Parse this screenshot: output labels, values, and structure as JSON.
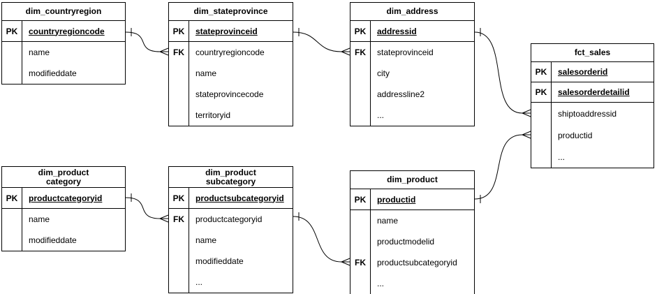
{
  "diagram": {
    "type": "entity-relationship",
    "colors": {
      "line": "#000000",
      "text": "#000000",
      "table_background": "#ffffff",
      "page_background": "#ffffff"
    },
    "key_markers": {
      "primary": "PK",
      "foreign": "FK"
    },
    "cardinality_notation": {
      "one": "tick",
      "many": "crow-foot"
    }
  },
  "tables": [
    {
      "name": "dim_countryregion",
      "title_lines": [
        "dim_countryregion"
      ],
      "rows": [
        {
          "key": "PK",
          "field": "countryregioncode"
        },
        {
          "key": "",
          "field": "name"
        },
        {
          "key": "",
          "field": "modifieddate"
        }
      ]
    },
    {
      "name": "dim_stateprovince",
      "title_lines": [
        "dim_stateprovince"
      ],
      "rows": [
        {
          "key": "PK",
          "field": "stateprovinceid"
        },
        {
          "key": "FK",
          "field": "countryregioncode"
        },
        {
          "key": "",
          "field": "name"
        },
        {
          "key": "",
          "field": "stateprovincecode"
        },
        {
          "key": "",
          "field": "territoryid"
        }
      ]
    },
    {
      "name": "dim_address",
      "title_lines": [
        "dim_address"
      ],
      "rows": [
        {
          "key": "PK",
          "field": "addressid"
        },
        {
          "key": "FK",
          "field": "stateprovinceid"
        },
        {
          "key": "",
          "field": "city"
        },
        {
          "key": "",
          "field": "addressline2"
        },
        {
          "key": "",
          "field": "..."
        }
      ]
    },
    {
      "name": "fct_sales",
      "title_lines": [
        "fct_sales"
      ],
      "rows": [
        {
          "key": "PK",
          "field": "salesorderid"
        },
        {
          "key": "PK",
          "field": "salesorderdetailid"
        },
        {
          "key": "",
          "field": "shiptoaddressid"
        },
        {
          "key": "",
          "field": "productid"
        },
        {
          "key": "",
          "field": "..."
        }
      ]
    },
    {
      "name": "dim_productcategory",
      "title_lines": [
        "dim_product",
        "category"
      ],
      "rows": [
        {
          "key": "PK",
          "field": "productcategoryid"
        },
        {
          "key": "",
          "field": "name"
        },
        {
          "key": "",
          "field": "modifieddate"
        }
      ]
    },
    {
      "name": "dim_productsubcategory",
      "title_lines": [
        "dim_product",
        "subcategory"
      ],
      "rows": [
        {
          "key": "PK",
          "field": "productsubcategoryid"
        },
        {
          "key": "FK",
          "field": "productcategoryid"
        },
        {
          "key": "",
          "field": "name"
        },
        {
          "key": "",
          "field": "modifieddate"
        },
        {
          "key": "",
          "field": "..."
        }
      ]
    },
    {
      "name": "dim_product",
      "title_lines": [
        "dim_product"
      ],
      "rows": [
        {
          "key": "PK",
          "field": "productid"
        },
        {
          "key": "",
          "field": "name"
        },
        {
          "key": "",
          "field": "productmodelid"
        },
        {
          "key": "FK",
          "field": "productsubcategoryid"
        },
        {
          "key": "",
          "field": "..."
        }
      ]
    }
  ],
  "relationships": [
    {
      "from_table": "dim_countryregion",
      "from_field": "countryregioncode",
      "to_table": "dim_stateprovince",
      "to_field": "countryregioncode",
      "cardinality": "one-to-many"
    },
    {
      "from_table": "dim_stateprovince",
      "from_field": "stateprovinceid",
      "to_table": "dim_address",
      "to_field": "stateprovinceid",
      "cardinality": "one-to-many"
    },
    {
      "from_table": "dim_address",
      "from_field": "addressid",
      "to_table": "fct_sales",
      "to_field": "shiptoaddressid",
      "cardinality": "one-to-many"
    },
    {
      "from_table": "dim_product",
      "from_field": "productid",
      "to_table": "fct_sales",
      "to_field": "productid",
      "cardinality": "one-to-many"
    },
    {
      "from_table": "dim_productcategory",
      "from_field": "productcategoryid",
      "to_table": "dim_productsubcategory",
      "to_field": "productcategoryid",
      "cardinality": "one-to-many"
    },
    {
      "from_table": "dim_productsubcategory",
      "from_field": "productsubcategoryid",
      "to_table": "dim_product",
      "to_field": "productsubcategoryid",
      "cardinality": "one-to-many"
    }
  ]
}
